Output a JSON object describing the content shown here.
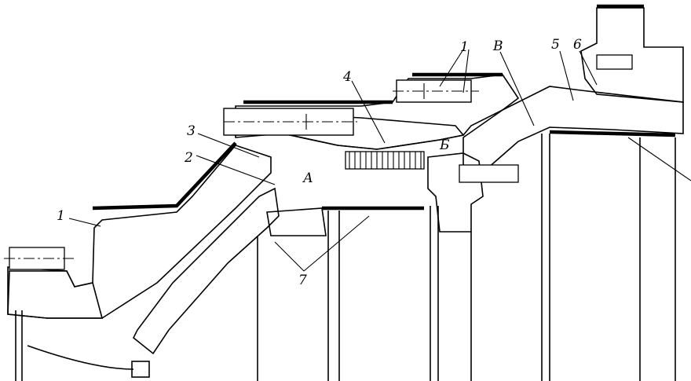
{
  "diagram": {
    "labels": {
      "l1a": "1",
      "l1b": "1",
      "l2": "2",
      "l3": "3",
      "l4": "4",
      "l5": "5",
      "l6": "6",
      "l7": "7",
      "lA": "А",
      "lB": "Б",
      "lV": "В"
    },
    "colors": {
      "line": "#000000",
      "background": "#ffffff"
    }
  }
}
